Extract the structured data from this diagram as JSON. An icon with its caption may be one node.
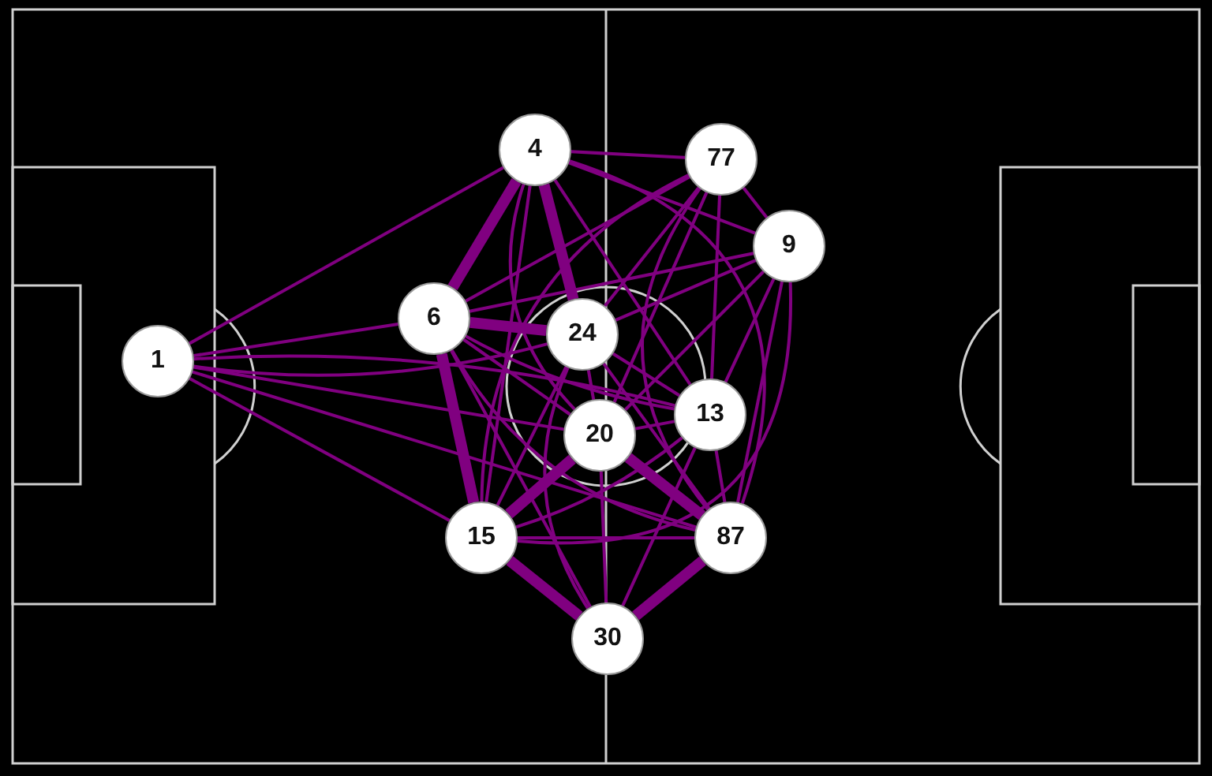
{
  "diagram": {
    "nodes": [
      {
        "text": [
          "1"
        ]
      },
      {
        "text": [
          "4"
        ]
      },
      {
        "text": [
          "77"
        ]
      },
      {
        "text": [
          "9"
        ]
      },
      {
        "text": [
          "6"
        ]
      },
      {
        "text": [
          "24"
        ]
      },
      {
        "text": [
          "13"
        ]
      },
      {
        "text": [
          "20"
        ]
      },
      {
        "text": [
          "15"
        ]
      },
      {
        "text": [
          "87"
        ]
      },
      {
        "text": [
          "30"
        ]
      }
    ],
    "edges": [
      {
        "from": 0,
        "to": 1,
        "arrow": "none"
      },
      {
        "from": 0,
        "to": 4,
        "arrow": "none"
      },
      {
        "from": 0,
        "to": 8,
        "arrow": "none"
      },
      {
        "from": 0,
        "to": 7,
        "arrow": "none"
      },
      {
        "from": 0,
        "to": 6,
        "arrow": "none"
      },
      {
        "from": 0,
        "to": 5,
        "arrow": "none"
      },
      {
        "from": 0,
        "to": 9,
        "arrow": "none"
      },
      {
        "from": 1,
        "to": 2,
        "arrow": "none"
      },
      {
        "from": 1,
        "to": 3,
        "arrow": "none"
      },
      {
        "from": 1,
        "to": 4,
        "arrow": "none",
        "style": "thick"
      },
      {
        "from": 1,
        "to": 5,
        "arrow": "none",
        "style": "thick"
      },
      {
        "from": 1,
        "to": 8,
        "arrow": "none"
      },
      {
        "from": 1,
        "to": 7,
        "arrow": "none"
      },
      {
        "from": 1,
        "to": 6,
        "arrow": "none"
      },
      {
        "from": 1,
        "to": 9,
        "arrow": "none"
      },
      {
        "from": 2,
        "to": 3,
        "arrow": "none"
      },
      {
        "from": 2,
        "to": 5,
        "arrow": "none"
      },
      {
        "from": 2,
        "to": 7,
        "arrow": "none"
      },
      {
        "from": 2,
        "to": 8,
        "arrow": "none"
      },
      {
        "from": 2,
        "to": 6,
        "arrow": "none"
      },
      {
        "from": 2,
        "to": 9,
        "arrow": "none"
      },
      {
        "from": 2,
        "to": 4,
        "arrow": "none"
      },
      {
        "from": 3,
        "to": 5,
        "arrow": "none"
      },
      {
        "from": 3,
        "to": 4,
        "arrow": "none"
      },
      {
        "from": 3,
        "to": 7,
        "arrow": "none"
      },
      {
        "from": 3,
        "to": 6,
        "arrow": "none"
      },
      {
        "from": 3,
        "to": 9,
        "arrow": "none"
      },
      {
        "from": 3,
        "to": 8,
        "arrow": "none"
      },
      {
        "from": 4,
        "to": 5,
        "arrow": "none",
        "style": "thick"
      },
      {
        "from": 4,
        "to": 8,
        "arrow": "none",
        "style": "thick"
      },
      {
        "from": 4,
        "to": 7,
        "arrow": "none"
      },
      {
        "from": 4,
        "to": 6,
        "arrow": "none"
      },
      {
        "from": 4,
        "to": 9,
        "arrow": "none"
      },
      {
        "from": 4,
        "to": 10,
        "arrow": "none"
      },
      {
        "from": 5,
        "to": 7,
        "arrow": "none"
      },
      {
        "from": 5,
        "to": 8,
        "arrow": "none"
      },
      {
        "from": 5,
        "to": 10,
        "arrow": "none"
      },
      {
        "from": 5,
        "to": 6,
        "arrow": "none"
      },
      {
        "from": 5,
        "to": 9,
        "arrow": "none"
      },
      {
        "from": 7,
        "to": 8,
        "arrow": "none",
        "style": "thick"
      },
      {
        "from": 7,
        "to": 9,
        "arrow": "none",
        "style": "thick"
      },
      {
        "from": 7,
        "to": 10,
        "arrow": "none"
      },
      {
        "from": 7,
        "to": 6,
        "arrow": "none"
      },
      {
        "from": 6,
        "to": 8,
        "arrow": "none"
      },
      {
        "from": 6,
        "to": 9,
        "arrow": "none"
      },
      {
        "from": 6,
        "to": 10,
        "arrow": "none"
      },
      {
        "from": 8,
        "to": 9,
        "arrow": "none"
      },
      {
        "from": 8,
        "to": 10,
        "arrow": "none",
        "style": "thick"
      },
      {
        "from": 9,
        "to": 10,
        "arrow": "none",
        "style": "thick"
      }
    ]
  }
}
